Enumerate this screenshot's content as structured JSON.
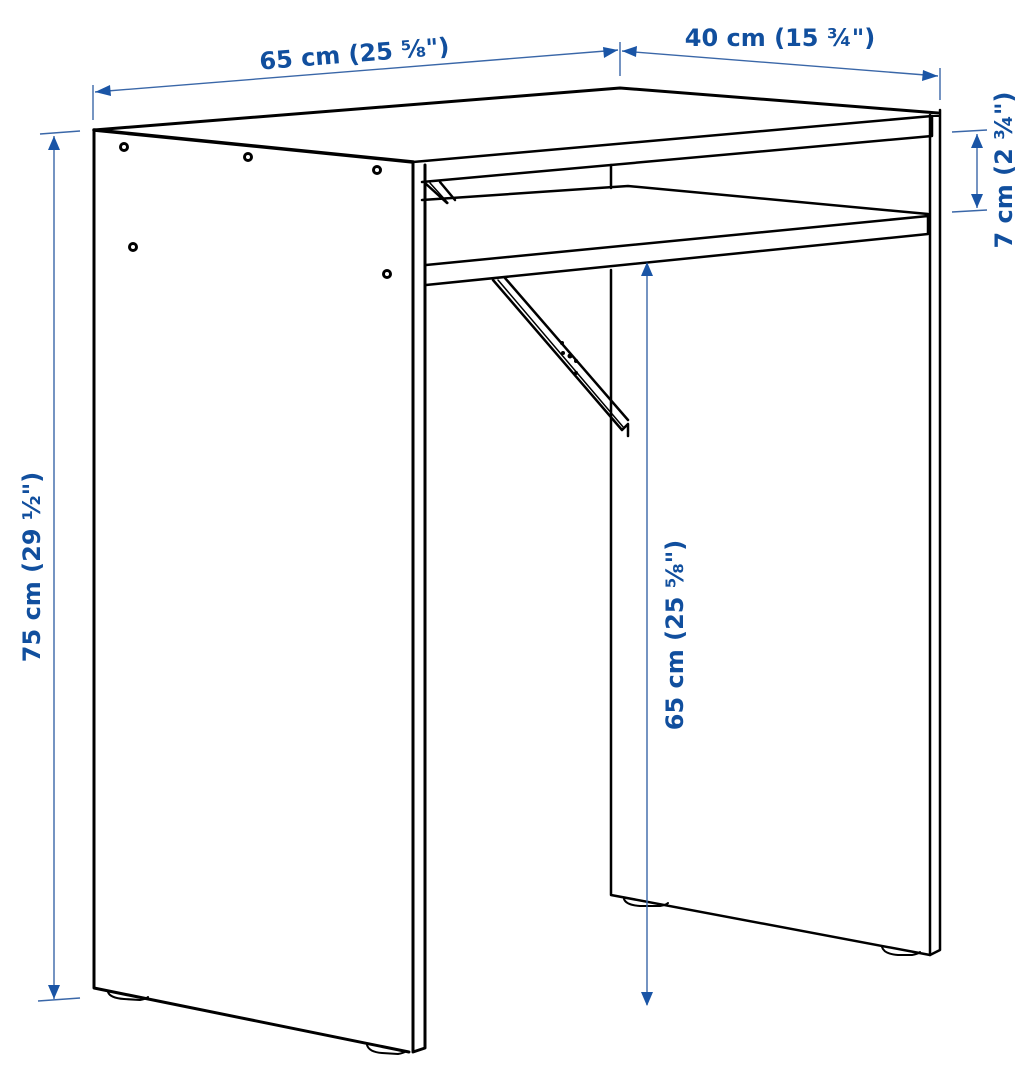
{
  "diagram": {
    "subject": "Desk with shelf — dimension drawing",
    "colors": {
      "dimension_text": "#114f9e",
      "dimension_line": "#3a67a8",
      "outline": "#000000",
      "background": "#ffffff"
    },
    "dimensions": {
      "width": {
        "label": "65 cm (25 ⅝\")"
      },
      "depth": {
        "label": "40 cm (15 ¾\")"
      },
      "shelf_gap": {
        "label": "7 cm (2 ¾\")"
      },
      "total_height": {
        "label": "75 cm (29 ½\")"
      },
      "under_height": {
        "label": "65 cm (25 ⅝\")"
      }
    },
    "parts": {
      "left_side_panel": "left-side-panel",
      "right_side_panel": "right-side-panel",
      "tabletop": "tabletop",
      "shelf": "shelf",
      "bracket": "diagonal-bracket",
      "screws": 5,
      "feet": 4
    }
  }
}
